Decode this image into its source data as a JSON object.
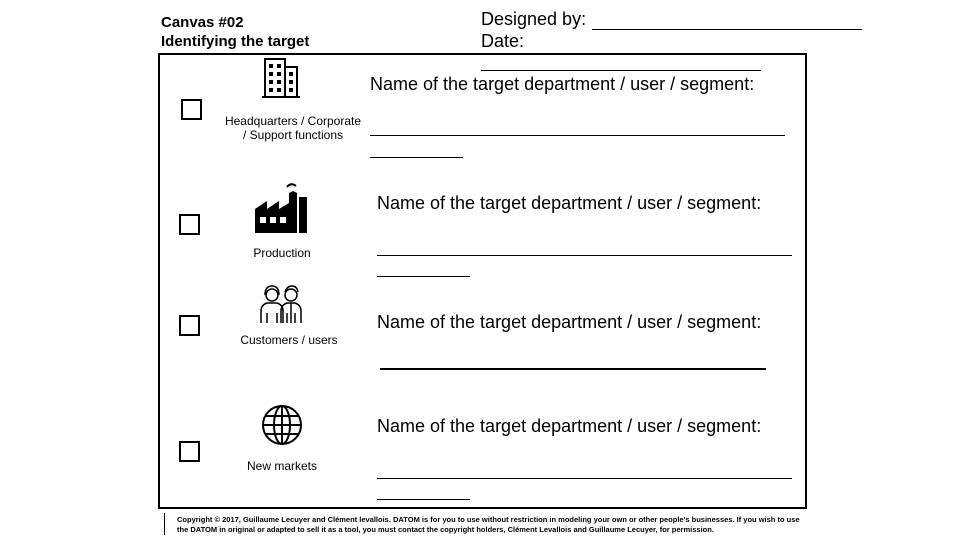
{
  "header": {
    "title_line1": "Canvas #02",
    "title_line2": "Identifying the target",
    "designed_by_label": "Designed by:",
    "date_label": "Date:"
  },
  "rows": [
    {
      "category": "Headquarters / Corporate / Support functions",
      "icon": "office-building-icon",
      "prompt": "Name of the target department / user / segment:"
    },
    {
      "category": "Production",
      "icon": "factory-icon",
      "prompt": "Name of the target department / user / segment:"
    },
    {
      "category": "Customers / users",
      "icon": "people-icon",
      "prompt": "Name of the target department / user / segment:"
    },
    {
      "category": "New markets",
      "icon": "globe-icon",
      "prompt": "Name of the target department / user / segment:"
    }
  ],
  "footer": {
    "copyright": "Copyright © 2017, Guillaume Lecuyer and Clément levallois. DATOM is for you to use without restriction in modeling your own or other people's businesses. If you wish to use the DATOM in original or adapted to sell it as a tool, you must contact the copyright holders, Clément Levallois and Guillaume Lecuyer, for permission."
  }
}
